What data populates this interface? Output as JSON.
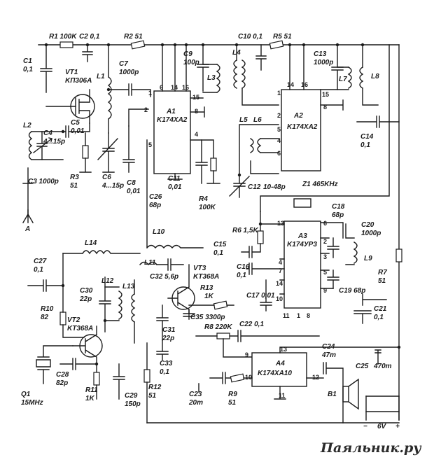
{
  "ic": {
    "a1": {
      "ref": "A1",
      "part": "K174XA2"
    },
    "a2": {
      "ref": "A2",
      "part": "K174XA2"
    },
    "a3": {
      "ref": "A3",
      "part": "K174УР3"
    },
    "a4": {
      "ref": "A4",
      "part": "K174XA10"
    }
  },
  "components": {
    "r1": "R1 100K",
    "c2": "C2 0,1",
    "r2": "R2 51",
    "c10": "C10 0,1",
    "r5": "R5 51",
    "c1": "C1",
    "c1v": "0,1",
    "vt1": "VT1",
    "vt1p": "KП306A",
    "l1": "L1",
    "c7": "C7",
    "c7v": "1000p",
    "c9": "C9",
    "c9v": "100p",
    "l3": "L3",
    "l4": "L4",
    "c13": "C13",
    "c13v": "1000p",
    "l7": "L7",
    "l8": "L8",
    "l2": "L2",
    "c4": "C4",
    "c4v": "4...15p",
    "c5": "C5",
    "c5v": "0,01",
    "c3": "C3 1000p",
    "r3": "R3",
    "r3v": "51",
    "c6": "C6",
    "c6v": "4...15p",
    "c8": "C8",
    "c8v": "0,01",
    "c11": "C11",
    "c11v": "0,01",
    "r4": "R4",
    "r4v": "100K",
    "c14": "C14",
    "c14v": "0,1",
    "l5": "L5",
    "l6": "L6",
    "c12": "C12",
    "c12v": "10-48p",
    "z1": "Z1 465KHz",
    "c26": "C26",
    "c26v": "68p",
    "l10": "L10",
    "r6": "R6 1,5K",
    "c18": "C18",
    "c18v": "68p",
    "c20": "C20",
    "c20v": "1000p",
    "l9": "L9",
    "c15": "C15",
    "c15v": "0,1",
    "l14": "L14",
    "l11": "L11",
    "c32": "C32 5,6p",
    "vt3": "VT3",
    "vt3p": "KT368A",
    "c27": "C27",
    "c27v": "0,1",
    "c16": "C16",
    "c16v": "0,1",
    "r7": "R7",
    "r7v": "51",
    "l12": "L12",
    "c30": "C30",
    "c30v": "22p",
    "l13": "L13",
    "r13": "R13",
    "r13v": "1K",
    "r10": "R10",
    "r10v": "82",
    "vt2": "VT2",
    "vt2p": "KT368A",
    "c19": "C19 68p",
    "c17": "C17 0,01",
    "c21": "C21",
    "c21v": "0,1",
    "c35": "C35 3300p",
    "c31": "C31",
    "c31v": "22p",
    "r8": "R8 220K",
    "c22": "C22 0,1",
    "c24": "C24",
    "c24v": "47m",
    "c25": "C25",
    "c25v": "470m",
    "c33": "C33",
    "c33v": "0,1",
    "c28": "C28",
    "c28v": "82p",
    "q1": "Q1",
    "q1v": "15MHz",
    "r11": "R11",
    "r11v": "1K",
    "c29": "C29",
    "c29v": "150p",
    "r12": "R12",
    "r12v": "51",
    "c23": "C23",
    "c23v": "20m",
    "r9": "R9",
    "r9v": "51",
    "b1": "B1",
    "ant": "A",
    "supply": "6V"
  },
  "watermark": "Паяльник.ру"
}
